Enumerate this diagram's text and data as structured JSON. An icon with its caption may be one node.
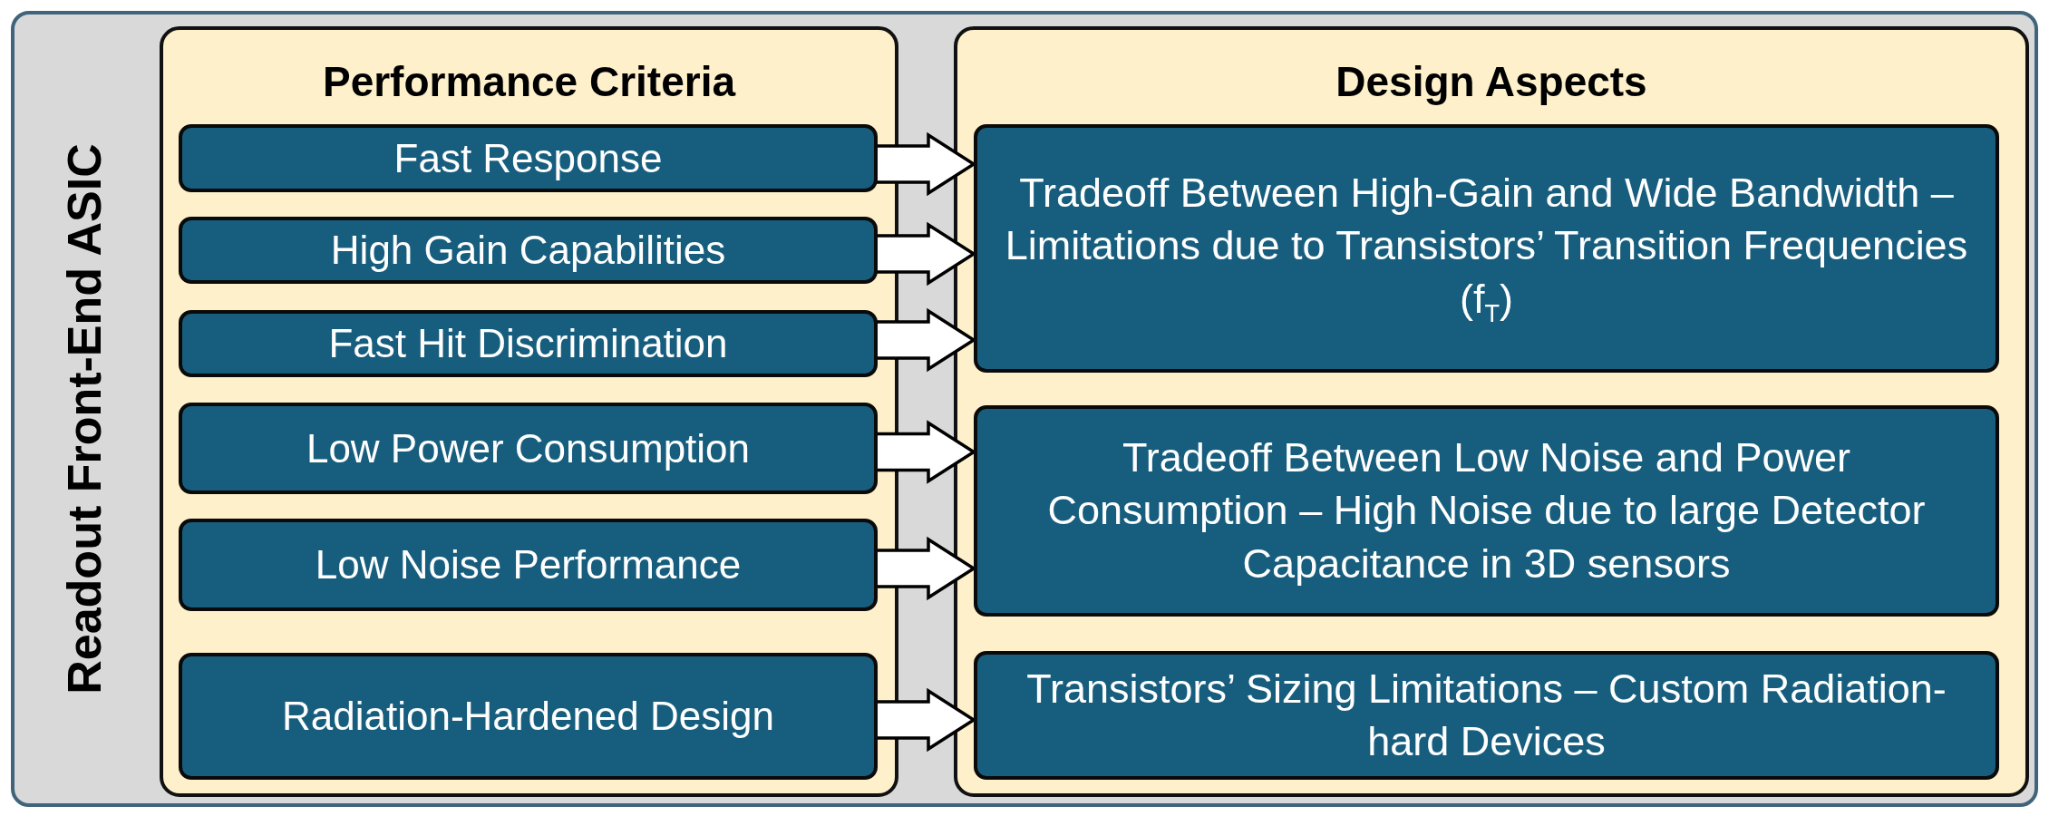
{
  "diagram": {
    "nodes": [
      {
        "text": [
          "Readout Front-End ASIC"
        ]
      },
      {
        "text": [
          "Performance Criteria"
        ],
        "in": 0
      },
      {
        "text": [
          "Fast Response"
        ],
        "in": 1
      },
      {
        "text": [
          "High Gain Capabilities"
        ],
        "in": 1
      },
      {
        "text": [
          "Fast Hit Discrimination"
        ],
        "in": 1
      },
      {
        "text": [
          "Low Power Consumption"
        ],
        "in": 1
      },
      {
        "text": [
          "Low Noise Performance"
        ],
        "in": 1
      },
      {
        "text": [
          "Radiation-Hardened Design"
        ],
        "in": 1
      },
      {
        "text": [
          "Design Aspects"
        ],
        "in": 0
      },
      {
        "text": [
          "Tradeoff Between High-Gain and Wide Bandwidth – Limitations due to Transistors’ Transition Frequencies (f$_{T}$)"
        ],
        "in": 8
      },
      {
        "text": [
          "Tradeoff Between Low Noise and Power Consumption – High Noise due to large Detector Capacitance in 3D sensors"
        ],
        "in": 8
      },
      {
        "text": [
          "Transistors’ Sizing Limitations – Custom Radiation-hard Devices"
        ],
        "in": 8
      }
    ],
    "edges": [
      {
        "from": 2,
        "to": 9,
        "arrow": "to"
      },
      {
        "from": 3,
        "to": 9,
        "arrow": "to"
      },
      {
        "from": 4,
        "to": 9,
        "arrow": "to"
      },
      {
        "from": 5,
        "to": 10,
        "arrow": "to"
      },
      {
        "from": 6,
        "to": 10,
        "arrow": "to"
      },
      {
        "from": 7,
        "to": 11,
        "arrow": "to"
      }
    ]
  }
}
